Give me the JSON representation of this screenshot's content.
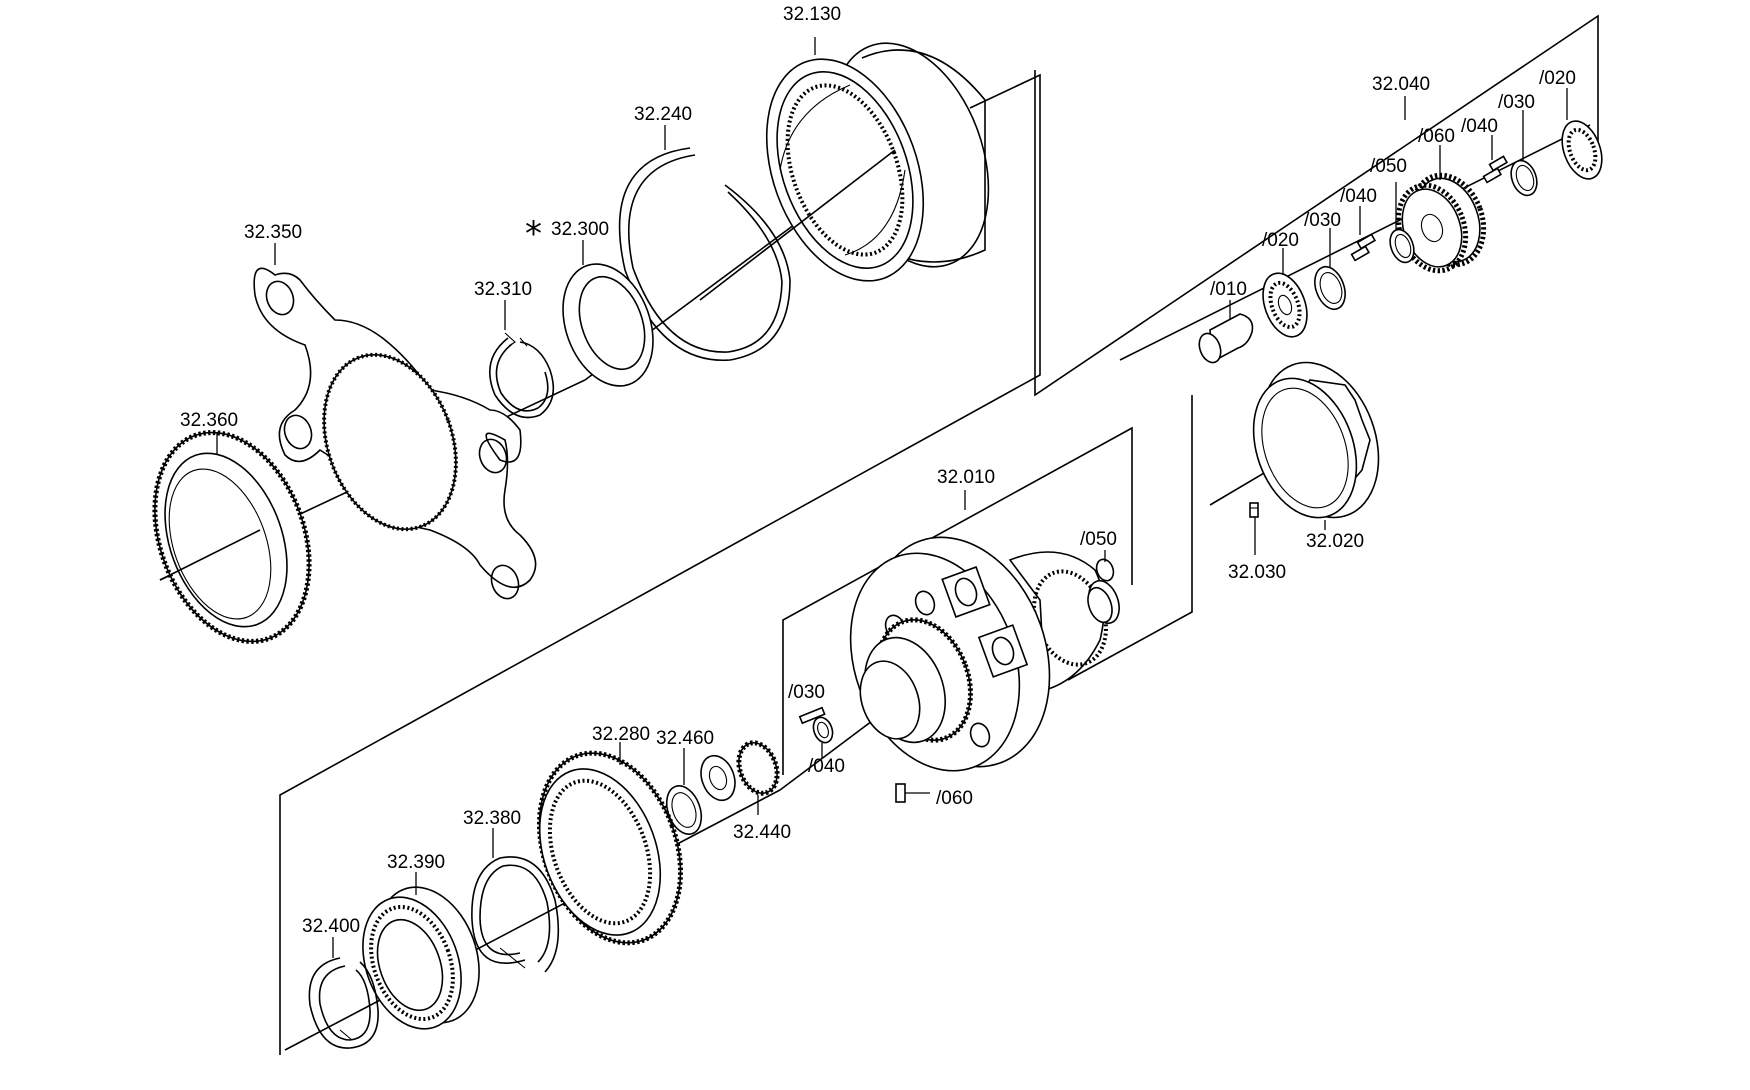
{
  "labels": {
    "l_32130": "32.130",
    "l_32240": "32.240",
    "l_32300": "32.300",
    "l_asterisk": "*",
    "l_32310": "32.310",
    "l_32350": "32.350",
    "l_32360": "32.360",
    "l_32040": "32.040",
    "l_sub020a": "/020",
    "l_sub030a": "/030",
    "l_sub040a": "/040",
    "l_sub060a": "/060",
    "l_sub050a": "/050",
    "l_sub040b": "/040",
    "l_sub030b": "/030",
    "l_sub020b": "/020",
    "l_sub010": "/010",
    "l_32030": "32.030",
    "l_32020": "32.020",
    "l_32010": "32.010",
    "l_sub050b": "/050",
    "l_sub030c": "/030",
    "l_sub040c": "/040",
    "l_sub060b": "/060",
    "l_32280": "32.280",
    "l_32460": "32.460",
    "l_32440": "32.440",
    "l_32380": "32.380",
    "l_32390": "32.390",
    "l_32400": "32.400"
  }
}
